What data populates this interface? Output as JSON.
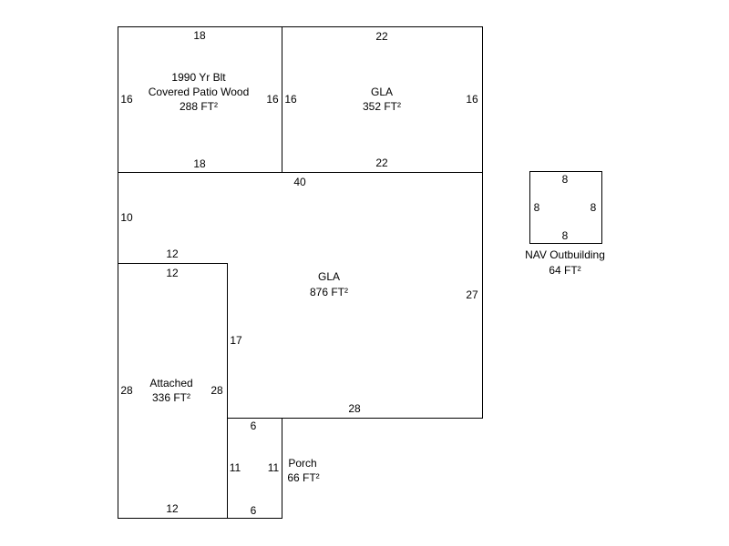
{
  "areas": {
    "patio": {
      "line1": "1990 Yr Blt",
      "line2": "Covered Patio Wood",
      "area": "288 FT²",
      "top": "18",
      "bottom": "18",
      "left": "16",
      "right": "16"
    },
    "gla_upper": {
      "name": "GLA",
      "area": "352 FT²",
      "top": "22",
      "bottom": "22",
      "left": "16",
      "right": "16"
    },
    "gla_main": {
      "name": "GLA",
      "area": "876 FT²",
      "top": "40",
      "right": "27",
      "bottom": "28",
      "left_upper": "10",
      "step": "12",
      "left_lower": "17"
    },
    "attached": {
      "name": "Attached",
      "area": "336 FT²",
      "top": "12",
      "bottom": "12",
      "left": "28",
      "right": "28"
    },
    "porch": {
      "name": "Porch",
      "area": "66 FT²",
      "top": "6",
      "bottom": "6",
      "left": "11",
      "right": "11"
    },
    "outbuilding": {
      "name": "NAV Outbuilding",
      "area": "64 FT²",
      "top": "8",
      "bottom": "8",
      "left": "8",
      "right": "8"
    }
  }
}
